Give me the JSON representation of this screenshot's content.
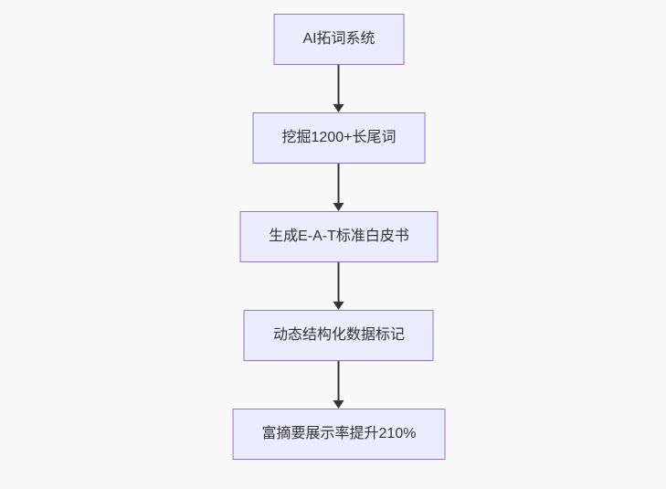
{
  "flowchart": {
    "type": "vertical-flow",
    "nodes": [
      {
        "id": "n1",
        "label": "AI拓词系统"
      },
      {
        "id": "n2",
        "label": "挖掘1200+长尾词"
      },
      {
        "id": "n3",
        "label": "生成E-A-T标准白皮书"
      },
      {
        "id": "n4",
        "label": "动态结构化数据标记"
      },
      {
        "id": "n5",
        "label": "富摘要展示率提升210%"
      }
    ],
    "edges": [
      {
        "from": "n1",
        "to": "n2"
      },
      {
        "from": "n2",
        "to": "n3"
      },
      {
        "from": "n3",
        "to": "n4"
      },
      {
        "from": "n4",
        "to": "n5"
      }
    ],
    "colors": {
      "node_fill": "#ECECFF",
      "node_border": "#9370DB",
      "node_text": "#333333",
      "arrow": "#333333",
      "background": "#f9f9f9"
    }
  }
}
